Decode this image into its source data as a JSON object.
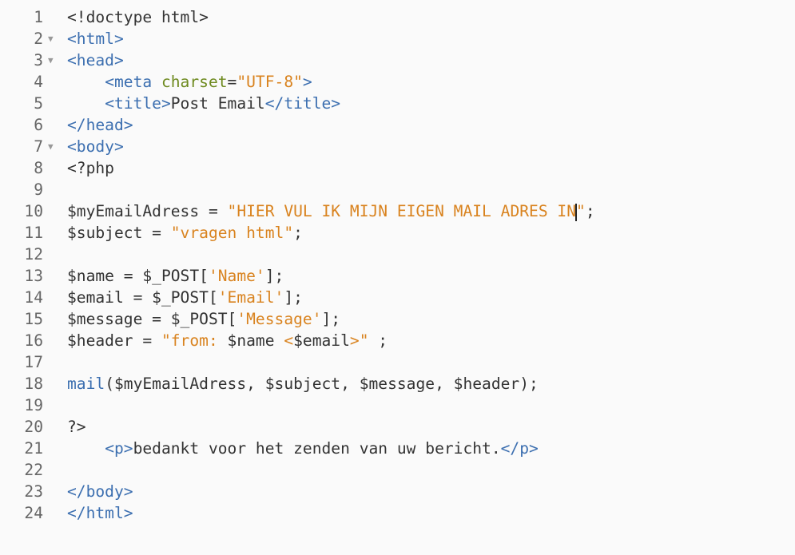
{
  "editor": {
    "lines": [
      {
        "n": "1",
        "fold": false,
        "parts": [
          [
            "p",
            "<!doctype html>"
          ]
        ]
      },
      {
        "n": "2",
        "fold": true,
        "parts": [
          [
            "t",
            "<html>"
          ]
        ]
      },
      {
        "n": "3",
        "fold": true,
        "parts": [
          [
            "t",
            "<head>"
          ]
        ]
      },
      {
        "n": "4",
        "fold": false,
        "parts": [
          [
            "p",
            "    "
          ],
          [
            "t",
            "<meta "
          ],
          [
            "a",
            "charset"
          ],
          [
            "p",
            "="
          ],
          [
            "s",
            "\"UTF-8\""
          ],
          [
            "t",
            ">"
          ]
        ]
      },
      {
        "n": "5",
        "fold": false,
        "parts": [
          [
            "p",
            "    "
          ],
          [
            "t",
            "<title>"
          ],
          [
            "p",
            "Post Email"
          ],
          [
            "t",
            "</title>"
          ]
        ]
      },
      {
        "n": "6",
        "fold": false,
        "parts": [
          [
            "t",
            "</head>"
          ]
        ]
      },
      {
        "n": "7",
        "fold": true,
        "parts": [
          [
            "t",
            "<body>"
          ]
        ]
      },
      {
        "n": "8",
        "fold": false,
        "parts": [
          [
            "p",
            "<?php"
          ]
        ]
      },
      {
        "n": "9",
        "fold": false,
        "parts": []
      },
      {
        "n": "10",
        "fold": false,
        "parts": [
          [
            "p",
            "$myEmailAdress = "
          ],
          [
            "s",
            "\"HIER VUL IK MIJN EIGEN MAIL ADRES IN"
          ],
          [
            "cursor",
            ""
          ],
          [
            "s",
            "\""
          ],
          [
            "p",
            ";"
          ]
        ]
      },
      {
        "n": "11",
        "fold": false,
        "parts": [
          [
            "p",
            "$subject = "
          ],
          [
            "s",
            "\"vragen html\""
          ],
          [
            "p",
            ";"
          ]
        ]
      },
      {
        "n": "12",
        "fold": false,
        "parts": []
      },
      {
        "n": "13",
        "fold": false,
        "parts": [
          [
            "p",
            "$name = $_POST["
          ],
          [
            "s",
            "'Name'"
          ],
          [
            "p",
            "];"
          ]
        ]
      },
      {
        "n": "14",
        "fold": false,
        "parts": [
          [
            "p",
            "$email = $_POST["
          ],
          [
            "s",
            "'Email'"
          ],
          [
            "p",
            "];"
          ]
        ]
      },
      {
        "n": "15",
        "fold": false,
        "parts": [
          [
            "p",
            "$message = $_POST["
          ],
          [
            "s",
            "'Message'"
          ],
          [
            "p",
            "];"
          ]
        ]
      },
      {
        "n": "16",
        "fold": false,
        "parts": [
          [
            "p",
            "$header = "
          ],
          [
            "s",
            "\"from: "
          ],
          [
            "p",
            "$name "
          ],
          [
            "s",
            "<"
          ],
          [
            "p",
            "$email"
          ],
          [
            "s",
            ">\""
          ],
          [
            "p",
            " ;"
          ]
        ]
      },
      {
        "n": "17",
        "fold": false,
        "parts": []
      },
      {
        "n": "18",
        "fold": false,
        "parts": [
          [
            "k",
            "mail"
          ],
          [
            "p",
            "($myEmailAdress, $subject, $message, $header);"
          ]
        ]
      },
      {
        "n": "19",
        "fold": false,
        "parts": []
      },
      {
        "n": "20",
        "fold": false,
        "parts": [
          [
            "p",
            "?>"
          ]
        ]
      },
      {
        "n": "21",
        "fold": false,
        "parts": [
          [
            "p",
            "    "
          ],
          [
            "t",
            "<p>"
          ],
          [
            "p",
            "bedankt voor het zenden van uw bericht."
          ],
          [
            "t",
            "</p>"
          ]
        ]
      },
      {
        "n": "22",
        "fold": false,
        "parts": []
      },
      {
        "n": "23",
        "fold": false,
        "parts": [
          [
            "t",
            "</body>"
          ]
        ]
      },
      {
        "n": "24",
        "fold": false,
        "parts": [
          [
            "t",
            "</html>"
          ]
        ]
      }
    ]
  },
  "icons": {
    "fold_glyph": "▼"
  },
  "colors": {
    "tag": "#3c6fb0",
    "attribute": "#6e8a1f",
    "string": "#d9831f",
    "plain": "#333333",
    "line_number": "#666666",
    "background": "#fafafa"
  }
}
